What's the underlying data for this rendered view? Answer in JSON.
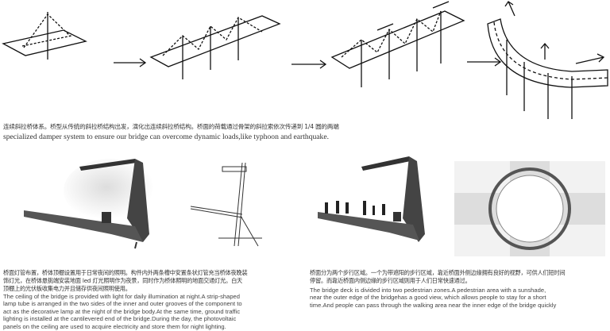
{
  "evolution": {
    "cn_caption": "连续斜拉桥体系。桥型从传统的斜拉桥结构出发，演化出连续斜拉桥结构。桥面的荷载通过骨架的斜拉索依次传递到 1/4 圆的两端",
    "en_caption": "specialized damper system to ensure our bridge can overcome dynamic loads,like typhoon and earthquake."
  },
  "lighting": {
    "cn_lines": [
      "桥面灯管布置，桥体顶棚设置用于日常夜间的照明。构件内外两条槽中安置条状灯管充当桥体夜晚装",
      "饰灯光，在桥体悬挑端安装地面 led 灯光照明作为夜景，同时作为桥体照明的地面交通灯光。白天",
      "顶棚上的光伏板收集电力并且储存供夜间照明使用。"
    ],
    "en_lines": [
      "The ceiling of the bridge is provided with light for daily illumination at night.A strip-shaped",
      "lamp tube is arranged in the two sides of the inner and outer grooves of the component to",
      "act as the decorative lamp at the night of the bridge body.At the same time, ground traffic",
      "lighting is installed at the cantilevered end of the bridge.During the day, the photovoltaic",
      "panels on the ceiling are used to acquire electricity and store them for night lighting."
    ]
  },
  "zones": {
    "cn_lines": [
      "桥面分为两个步行区域。一个为带遮阳的步行区域，靠近桥面外侧边缘拥有良好的视野，可供人们短时间",
      "停留。而靠近桥面内侧边缘的步行区域则用于人们日常快速通过。"
    ],
    "en_lines": [
      "The bridge deck is divided into two pedestrian zones.A pedestrian area with a sunshade,",
      "near the outer edge of the bridgehas a good view, which allows people to stay for a short",
      "time.And people can pass through the walking area near the inner edge of the bridge quickly"
    ]
  }
}
